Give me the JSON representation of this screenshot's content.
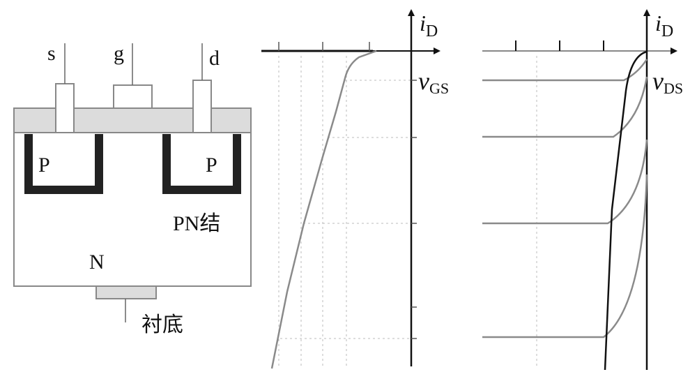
{
  "device": {
    "terminal_source": "s",
    "terminal_gate": "g",
    "terminal_drain": "d",
    "region_p_left": "P",
    "region_p_right": "P",
    "junction_label": "PN结",
    "substrate_region": "N",
    "substrate_label": "衬底"
  },
  "transfer_chart": {
    "y_label_main": "i",
    "y_label_sub": "D",
    "x_label_main": "v",
    "x_label_sub": "GS"
  },
  "output_chart": {
    "y_label_main": "i",
    "y_label_sub": "D",
    "x_label_main": "v",
    "x_label_sub": "DS"
  },
  "colors": {
    "curve": "#8a8a8a",
    "axis": "#111111",
    "oxide": "#dcdcdc"
  }
}
